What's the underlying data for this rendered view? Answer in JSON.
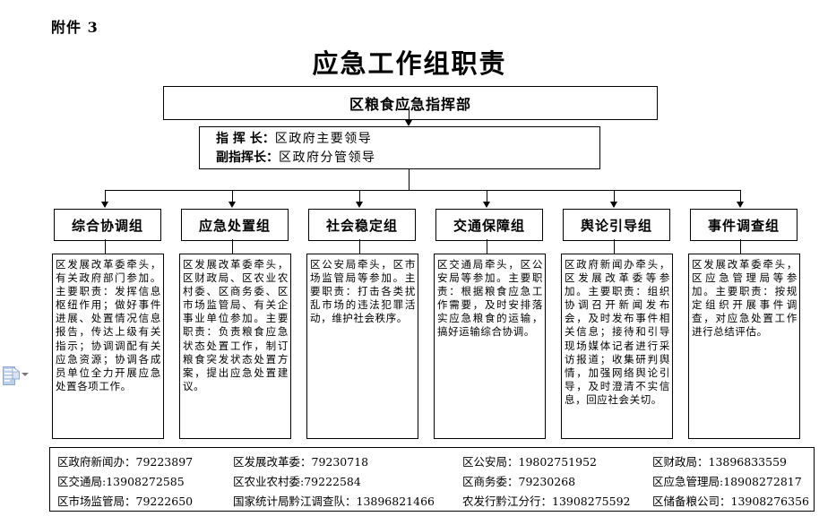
{
  "document": {
    "attachment_label": "附件 3",
    "title": "应急工作组职责"
  },
  "org_chart": {
    "headquarters": "区粮食应急指挥部",
    "leaders": [
      {
        "role": "指 挥 长：",
        "person": "区政府主要领导"
      },
      {
        "role": "副指挥长：",
        "person": "区政府分管领导"
      }
    ],
    "groups": [
      {
        "name": "综合协调组",
        "duty": "区发展改革委牵头，有关政府部门参加。主要职责：发挥信息枢纽作用；做好事件进展、处置情况信息报告，传达上级有关指示；协调调配有关应急资源；协调各成员单位全力开展应急处置各项工作。"
      },
      {
        "name": "应急处置组",
        "duty": "区发展改革委牵头，区财政局、区农业农村委、区商务委、区市场监管局、有关企事业单位参加。主要职责：负责粮食应急状态处置工作，制订粮食突发状态处置方案，提出应急处置建议。"
      },
      {
        "name": "社会稳定组",
        "duty": "区公安局牵头，区市场监管局等参加。主要职责：打击各类扰乱市场的违法犯罪活动，维护社会秩序。"
      },
      {
        "name": "交通保障组",
        "duty": "区交通局牵头，区公安局等参加。主要职责：根据粮食应急工作需要，及时安排落实应急粮食的运输，搞好运输综合协调。"
      },
      {
        "name": "舆论引导组",
        "duty": "区政府新闻办牵头，区发展改革委等参加。主要职责：组织协调召开新闻发布会，及时发布事件相关信息；接待和引导现场媒体记者进行采访报道；收集研判舆情，加强网络舆论引导，及时澄清不实信息，回应社会关切。"
      },
      {
        "name": "事件调查组",
        "duty": "区发展改革委牵头，区应急管理局等参加。主要职责：按规定组织开展事件调查，对应急处置工作进行总结评估。"
      }
    ]
  },
  "contacts": {
    "rows": [
      [
        "区政府新闻办：79223897",
        "区发展改革委：79230718",
        "区公安局：19802751952",
        "区财政局：13896833559"
      ],
      [
        "区交通局:13908272585",
        "区农业农村委:79222584",
        "区商务委：79230268",
        "区应急管理局:18908272817"
      ],
      [
        "区市场监管局：79222650",
        "国家统计局黔江调查队：13896821466",
        "农发行黔江分行：13908275592",
        "区储备粮公司：13908276356"
      ]
    ]
  },
  "editor_widget": {
    "paste_options_icon": "clipboard-paste-options-icon",
    "dropdown_icon": "chevron-down-icon"
  },
  "colors": {
    "line": "#000000",
    "page_background": "#ffffff",
    "paste_icon_fill": "#bdd0e9",
    "chevron": "#7a7a7a"
  }
}
